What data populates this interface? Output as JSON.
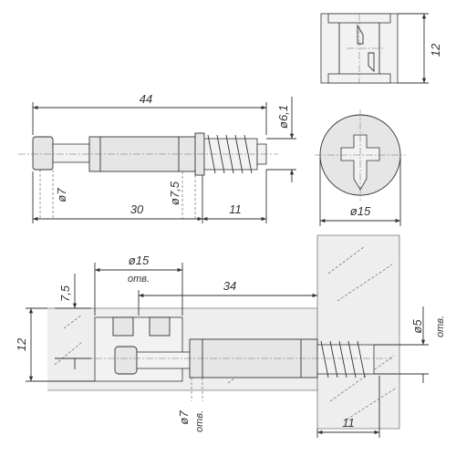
{
  "colors": {
    "line": "#333333",
    "fill": "#e6e6e6",
    "wood": "#eeeeee"
  },
  "side_view": {
    "total_length": "44",
    "body_length": "30",
    "thread_length": "11",
    "head_diameter": "ø7",
    "body_diameter": "ø7,5",
    "thread_diameter": "ø6,1"
  },
  "cam_top_view": {
    "height": "12"
  },
  "cam_front_view": {
    "diameter": "ø15"
  },
  "assembly": {
    "hole_diameter": "ø15",
    "hole_label": "отв.",
    "distance": "34",
    "depth_7_5": "7,5",
    "panel_height": "12",
    "pin_hole_diameter": "ø5",
    "pin_hole_label": "отв.",
    "bottom_hole_diameter": "ø7",
    "bottom_hole_label": "отв.",
    "thread_length": "11"
  }
}
